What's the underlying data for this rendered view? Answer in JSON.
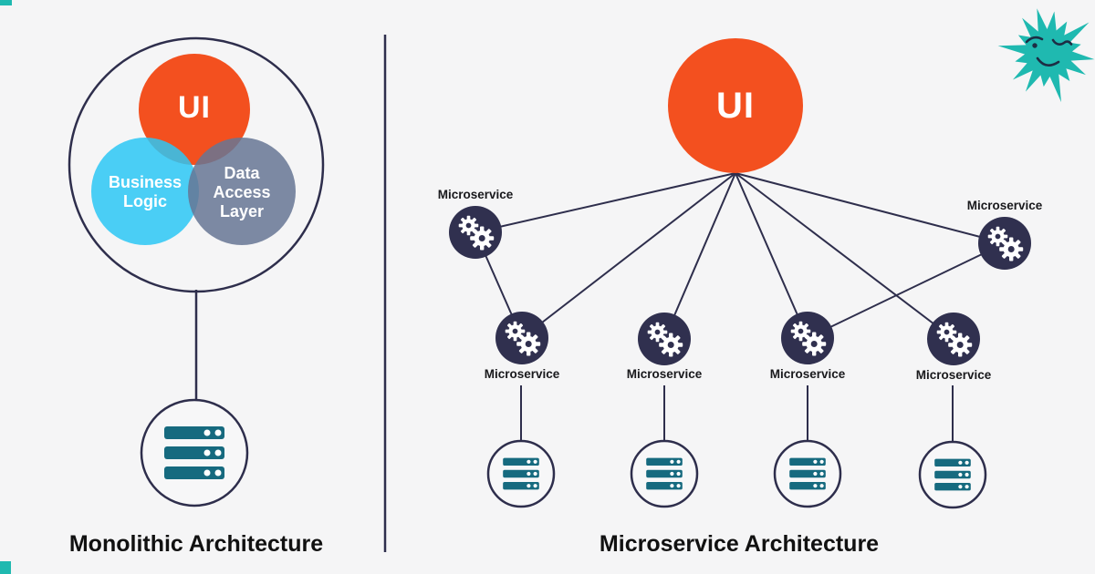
{
  "left_panel": {
    "title": "Monolithic Architecture",
    "ui_circle_label": "UI",
    "business_logic_label": "Business Logic",
    "data_access_label": "Data Access Layer",
    "database_icon": "server-stack-icon"
  },
  "right_panel": {
    "title": "Microservice Architecture",
    "ui_circle_label": "UI",
    "microservice_icon": "gears-icon",
    "database_icon": "server-stack-icon",
    "microservice_labels": [
      "Microservice",
      "Microservice",
      "Microservice",
      "Microservice",
      "Microservice",
      "Microservice"
    ]
  },
  "decorations": {
    "mascot_icon": "winking-spiky-star-mascot",
    "corner_accent_icon": "teal-corner-square"
  },
  "colors": {
    "background": "#F5F5F6",
    "orange": "#F3501F",
    "cyan": "#2BC7F4",
    "slate": "#667594",
    "navy": "#2E2E4C",
    "node_fill": "#30304F",
    "server_teal": "#166A7F",
    "mascot_teal": "#1FB9B0",
    "text_dark": "#111111"
  }
}
